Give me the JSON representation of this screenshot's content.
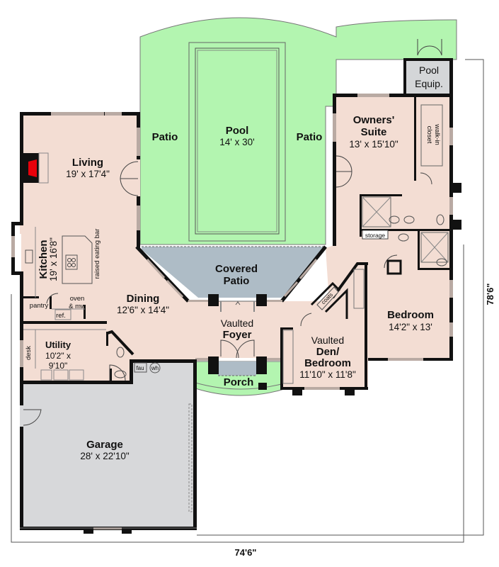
{
  "colors": {
    "interior": "#f3ddd3",
    "outdoor": "#b3f5b0",
    "covered": "#aebcc6",
    "garage": "#d7d8da",
    "pool_equip": "#d4d6d8",
    "wall": "#111111",
    "window": "#b9aaa3",
    "fireplace": "#e8000b"
  },
  "rooms": {
    "living": {
      "name": "Living",
      "dims": "19' x 17'4\""
    },
    "kitchen": {
      "name": "Kitchen",
      "dims": "19' x 16'8\""
    },
    "dining": {
      "name": "Dining",
      "dims": "12'6\" x 14'4\""
    },
    "utility": {
      "name": "Utility",
      "dims_line1": "10'2\" x",
      "dims_line2": "9'10\""
    },
    "garage": {
      "name": "Garage",
      "dims": "28' x 22'10\""
    },
    "patio_left": {
      "name": "Patio"
    },
    "patio_right": {
      "name": "Patio"
    },
    "pool": {
      "name": "Pool",
      "dims": "14' x 30'"
    },
    "covered_patio": {
      "name_line1": "Covered",
      "name_line2": "Patio"
    },
    "foyer": {
      "name_line1": "Vaulted",
      "name_line2": "Foyer"
    },
    "porch": {
      "name": "Porch"
    },
    "den": {
      "name_line1": "Vaulted",
      "name_line2": "Den/",
      "name_line3": "Bedroom",
      "dims": "11'10\" x 11'8\""
    },
    "bedroom": {
      "name": "Bedroom",
      "dims": "14'2\" x 13'"
    },
    "owners_suite": {
      "name_line1": "Owners'",
      "name_line2": "Suite",
      "dims": "13' x 15'10\""
    },
    "pool_equip": {
      "name_line1": "Pool",
      "name_line2": "Equip."
    }
  },
  "fixtures": {
    "raised_eating_bar": "raised eating bar",
    "pantry": "pantry",
    "oven_mw_line1": "oven",
    "oven_mw_line2": "& mw",
    "ref": "ref.",
    "desk": "desk",
    "fau": "fau",
    "wh": "wh",
    "coats": "coats",
    "storage": "storage",
    "walk_in_closet_line1": "walk-in",
    "walk_in_closet_line2": "closet"
  },
  "dimensions": {
    "width": "74'6\"",
    "depth": "78'6\""
  }
}
